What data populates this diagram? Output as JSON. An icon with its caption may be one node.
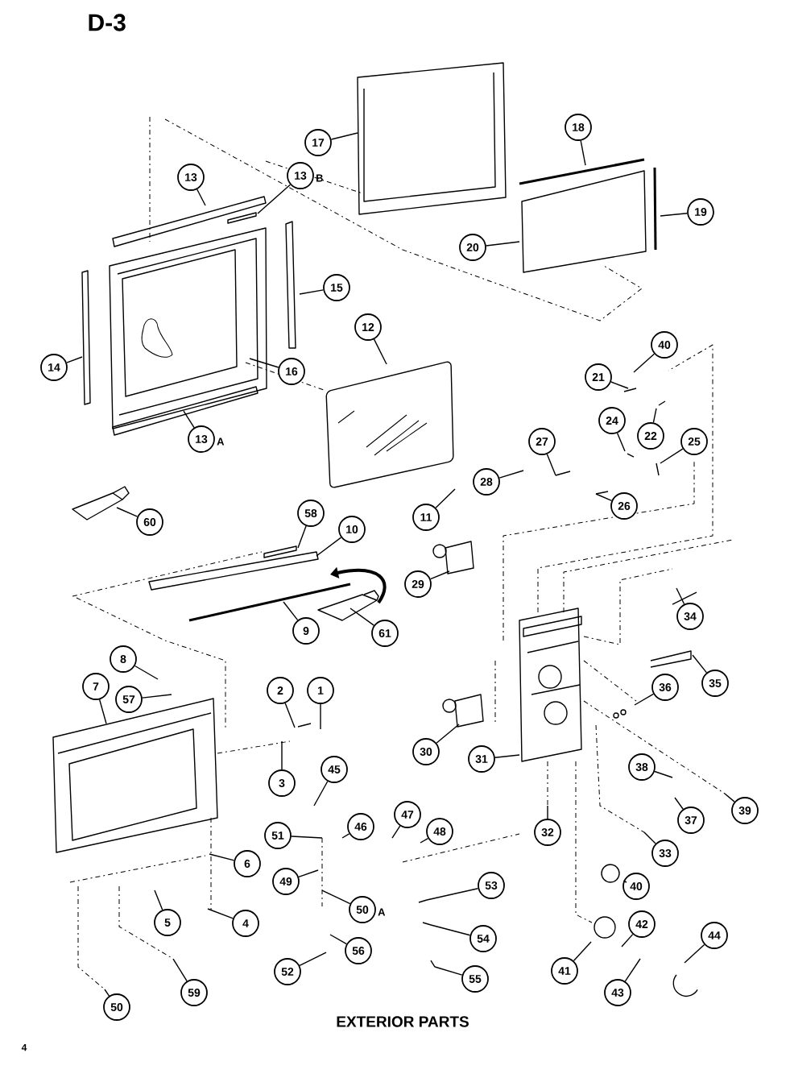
{
  "diagram": {
    "title": "D-3",
    "caption": "EXTERIOR PARTS",
    "nodes": [
      {
        "text": [
          "17"
        ]
      },
      {
        "text": [
          "18"
        ]
      },
      {
        "text": [
          "13"
        ]
      },
      {
        "text": [
          "13"
        ],
        "beside": [
          "B"
        ]
      },
      {
        "text": [
          "19"
        ]
      },
      {
        "text": [
          "20"
        ]
      },
      {
        "text": [
          "15"
        ]
      },
      {
        "text": [
          "12"
        ]
      },
      {
        "text": [
          "40"
        ]
      },
      {
        "text": [
          "14"
        ]
      },
      {
        "text": [
          "16"
        ]
      },
      {
        "text": [
          "21"
        ]
      },
      {
        "text": [
          "24"
        ]
      },
      {
        "text": [
          "22"
        ]
      },
      {
        "text": [
          "13"
        ],
        "beside": [
          "A"
        ]
      },
      {
        "text": [
          "27"
        ]
      },
      {
        "text": [
          "25"
        ]
      },
      {
        "text": [
          "28"
        ]
      },
      {
        "text": [
          "26"
        ]
      },
      {
        "text": [
          "58"
        ]
      },
      {
        "text": [
          "11"
        ]
      },
      {
        "text": [
          "60"
        ]
      },
      {
        "text": [
          "10"
        ]
      },
      {
        "text": [
          "29"
        ]
      },
      {
        "text": [
          "34"
        ]
      },
      {
        "text": [
          "9"
        ]
      },
      {
        "text": [
          "61"
        ]
      },
      {
        "text": [
          "8"
        ]
      },
      {
        "text": [
          "7"
        ]
      },
      {
        "text": [
          "2"
        ]
      },
      {
        "text": [
          "1"
        ]
      },
      {
        "text": [
          "35"
        ]
      },
      {
        "text": [
          "36"
        ]
      },
      {
        "text": [
          "57"
        ]
      },
      {
        "text": [
          "30"
        ]
      },
      {
        "text": [
          "31"
        ]
      },
      {
        "text": [
          "38"
        ]
      },
      {
        "text": [
          "45"
        ]
      },
      {
        "text": [
          "3"
        ]
      },
      {
        "text": [
          "39"
        ]
      },
      {
        "text": [
          "37"
        ]
      },
      {
        "text": [
          "47"
        ]
      },
      {
        "text": [
          "46"
        ]
      },
      {
        "text": [
          "32"
        ]
      },
      {
        "text": [
          "48"
        ]
      },
      {
        "text": [
          "51"
        ]
      },
      {
        "text": [
          "33"
        ]
      },
      {
        "text": [
          "6"
        ]
      },
      {
        "text": [
          "49"
        ]
      },
      {
        "text": [
          "53"
        ]
      },
      {
        "text": [
          "40"
        ]
      },
      {
        "text": [
          "50"
        ],
        "beside": [
          "A"
        ]
      },
      {
        "text": [
          "5"
        ]
      },
      {
        "text": [
          "4"
        ]
      },
      {
        "text": [
          "42"
        ]
      },
      {
        "text": [
          "44"
        ]
      },
      {
        "text": [
          "54"
        ]
      },
      {
        "text": [
          "56"
        ]
      },
      {
        "text": [
          "41"
        ]
      },
      {
        "text": [
          "52"
        ]
      },
      {
        "text": [
          "55"
        ]
      },
      {
        "text": [
          "59"
        ]
      },
      {
        "text": [
          "43"
        ]
      },
      {
        "text": [
          "50"
        ]
      }
    ],
    "edges": [
      {
        "from": 0,
        "to": null,
        "arrow": "none"
      },
      {
        "from": 1,
        "to": null,
        "arrow": "none"
      },
      {
        "from": 2,
        "to": null,
        "arrow": "none"
      },
      {
        "from": 3,
        "to": null,
        "arrow": "none"
      },
      {
        "from": 4,
        "to": null,
        "arrow": "none"
      },
      {
        "from": 5,
        "to": null,
        "arrow": "none"
      },
      {
        "from": 6,
        "to": null,
        "arrow": "none"
      },
      {
        "from": 7,
        "to": null,
        "arrow": "none"
      },
      {
        "from": 8,
        "to": null,
        "arrow": "none"
      },
      {
        "from": 9,
        "to": null,
        "arrow": "none"
      },
      {
        "from": 10,
        "to": null,
        "arrow": "none"
      },
      {
        "from": 11,
        "to": null,
        "arrow": "none"
      },
      {
        "from": 12,
        "to": null,
        "arrow": "none"
      },
      {
        "from": 13,
        "to": null,
        "arrow": "none"
      },
      {
        "from": 14,
        "to": null,
        "arrow": "none"
      },
      {
        "from": 15,
        "to": null,
        "arrow": "none"
      },
      {
        "from": 16,
        "to": null,
        "arrow": "none"
      },
      {
        "from": 17,
        "to": null,
        "arrow": "none"
      },
      {
        "from": 18,
        "to": null,
        "arrow": "none"
      },
      {
        "from": 19,
        "to": null,
        "arrow": "none"
      },
      {
        "from": 20,
        "to": null,
        "arrow": "none"
      },
      {
        "from": 21,
        "to": null,
        "arrow": "none"
      },
      {
        "from": 22,
        "to": null,
        "arrow": "none"
      },
      {
        "from": 23,
        "to": null,
        "arrow": "none"
      },
      {
        "from": 24,
        "to": null,
        "arrow": "none"
      },
      {
        "from": 25,
        "to": null,
        "arrow": "none"
      },
      {
        "from": 26,
        "to": null,
        "arrow": "none"
      },
      {
        "from": 27,
        "to": null,
        "arrow": "none"
      },
      {
        "from": 28,
        "to": null,
        "arrow": "none"
      },
      {
        "from": 29,
        "to": null,
        "arrow": "none"
      },
      {
        "from": 30,
        "to": null,
        "arrow": "none"
      },
      {
        "from": 31,
        "to": null,
        "arrow": "none"
      },
      {
        "from": 32,
        "to": null,
        "arrow": "none"
      },
      {
        "from": 33,
        "to": null,
        "arrow": "none"
      },
      {
        "from": 34,
        "to": null,
        "arrow": "none"
      },
      {
        "from": 35,
        "to": null,
        "arrow": "none"
      },
      {
        "from": 36,
        "to": null,
        "arrow": "none"
      },
      {
        "from": 37,
        "to": null,
        "arrow": "none"
      },
      {
        "from": 38,
        "to": null,
        "arrow": "none"
      },
      {
        "from": 39,
        "to": null,
        "arrow": "none"
      },
      {
        "from": 40,
        "to": null,
        "arrow": "none"
      },
      {
        "from": 41,
        "to": null,
        "arrow": "none"
      },
      {
        "from": 42,
        "to": null,
        "arrow": "none"
      },
      {
        "from": 43,
        "to": null,
        "arrow": "none"
      },
      {
        "from": 44,
        "to": null,
        "arrow": "none"
      },
      {
        "from": 45,
        "to": null,
        "arrow": "none"
      },
      {
        "from": 46,
        "to": null,
        "arrow": "none"
      },
      {
        "from": 47,
        "to": null,
        "arrow": "none"
      },
      {
        "from": 48,
        "to": null,
        "arrow": "none"
      },
      {
        "from": 49,
        "to": null,
        "arrow": "none"
      },
      {
        "from": 50,
        "to": null,
        "arrow": "none"
      },
      {
        "from": 51,
        "to": null,
        "arrow": "none"
      },
      {
        "from": 52,
        "to": null,
        "arrow": "none"
      },
      {
        "from": 53,
        "to": null,
        "arrow": "none"
      },
      {
        "from": 54,
        "to": null,
        "arrow": "none"
      },
      {
        "from": 55,
        "to": null,
        "arrow": "none"
      },
      {
        "from": 56,
        "to": null,
        "arrow": "none"
      },
      {
        "from": 57,
        "to": null,
        "arrow": "none"
      },
      {
        "from": 58,
        "to": null,
        "arrow": "none"
      },
      {
        "from": 59,
        "to": null,
        "arrow": "none"
      },
      {
        "from": 60,
        "to": null,
        "arrow": "none"
      },
      {
        "from": 61,
        "to": null,
        "arrow": "none"
      },
      {
        "from": 62,
        "to": null,
        "arrow": "none"
      },
      {
        "from": 63,
        "to": null,
        "arrow": "none"
      }
    ],
    "labels": [
      "4"
    ]
  }
}
